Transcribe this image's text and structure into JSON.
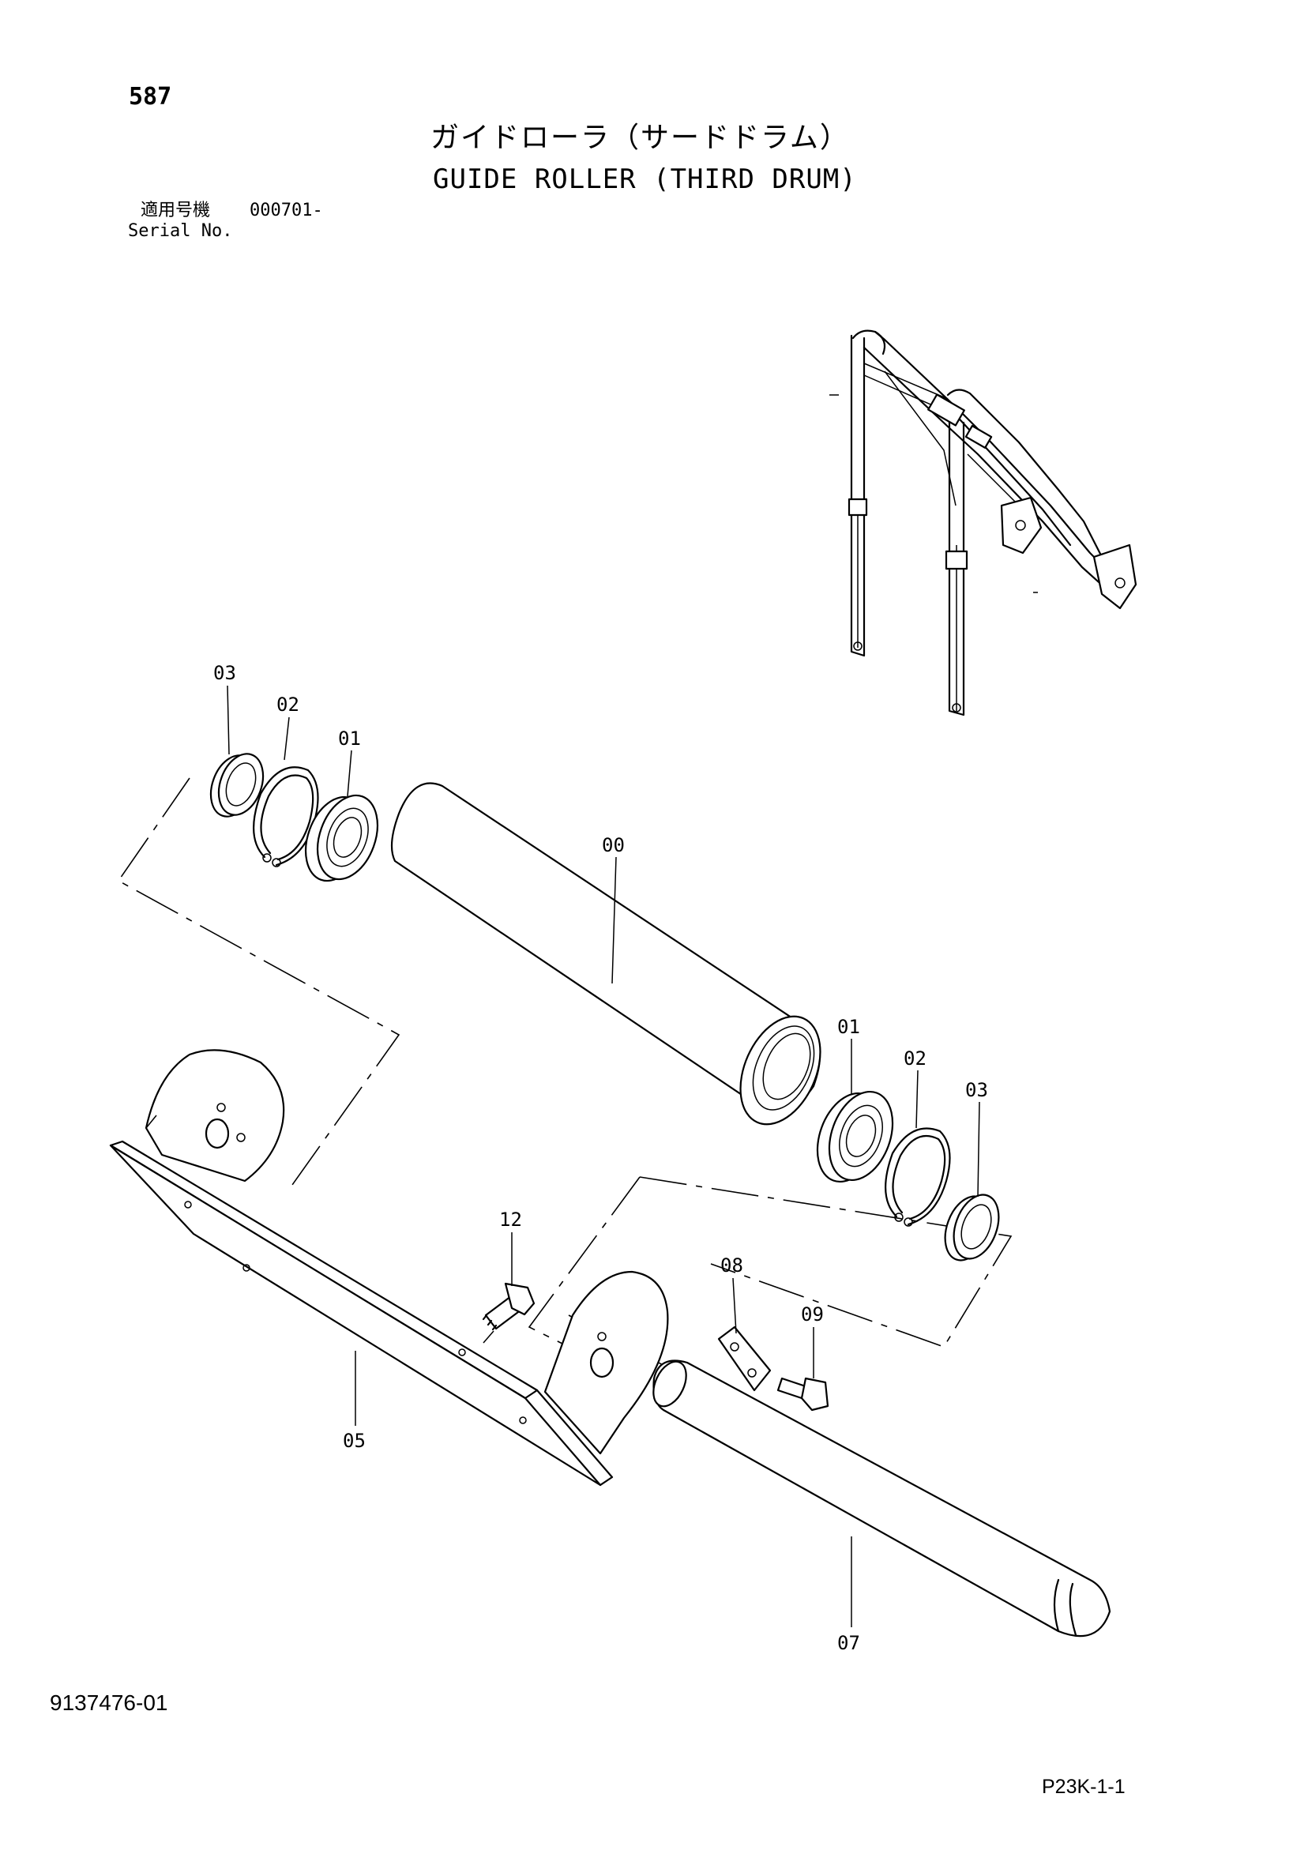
{
  "header": {
    "page_number": "587",
    "title_ja": "ガイドローラ（サードドラム）",
    "title_en": "GUIDE ROLLER (THIRD DRUM)",
    "serial_label_ja": "適用号機",
    "serial_range": "000701-",
    "serial_label_en": "Serial No."
  },
  "footer": {
    "document_code": "9137476-01",
    "sheet_code": "P23K-1-1"
  },
  "callouts": {
    "roller": "00",
    "bearing": "01",
    "snap_ring": "02",
    "seal": "03",
    "bracket": "05",
    "shaft": "07",
    "lock_plate": "08",
    "bolt_lock": "09",
    "bolt_bracket": "12"
  }
}
